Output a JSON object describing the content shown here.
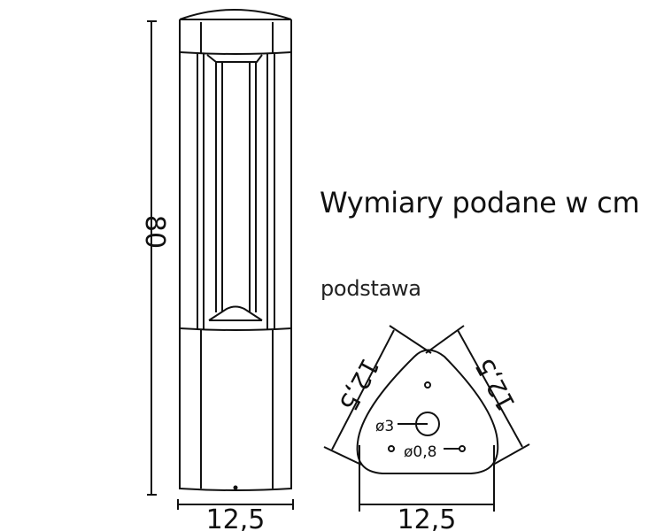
{
  "title": "Wymiary podane w cm",
  "subtitle": "podstawa",
  "lamp": {
    "height_label": "80",
    "width_label": "12,5"
  },
  "base": {
    "left_side_label": "12,5",
    "right_side_label": "12,5",
    "bottom_label": "12,5",
    "center_hole_label": "ø3",
    "mount_hole_label": "ø0,8"
  },
  "colors": {
    "line": "#111111",
    "background": "#ffffff"
  }
}
